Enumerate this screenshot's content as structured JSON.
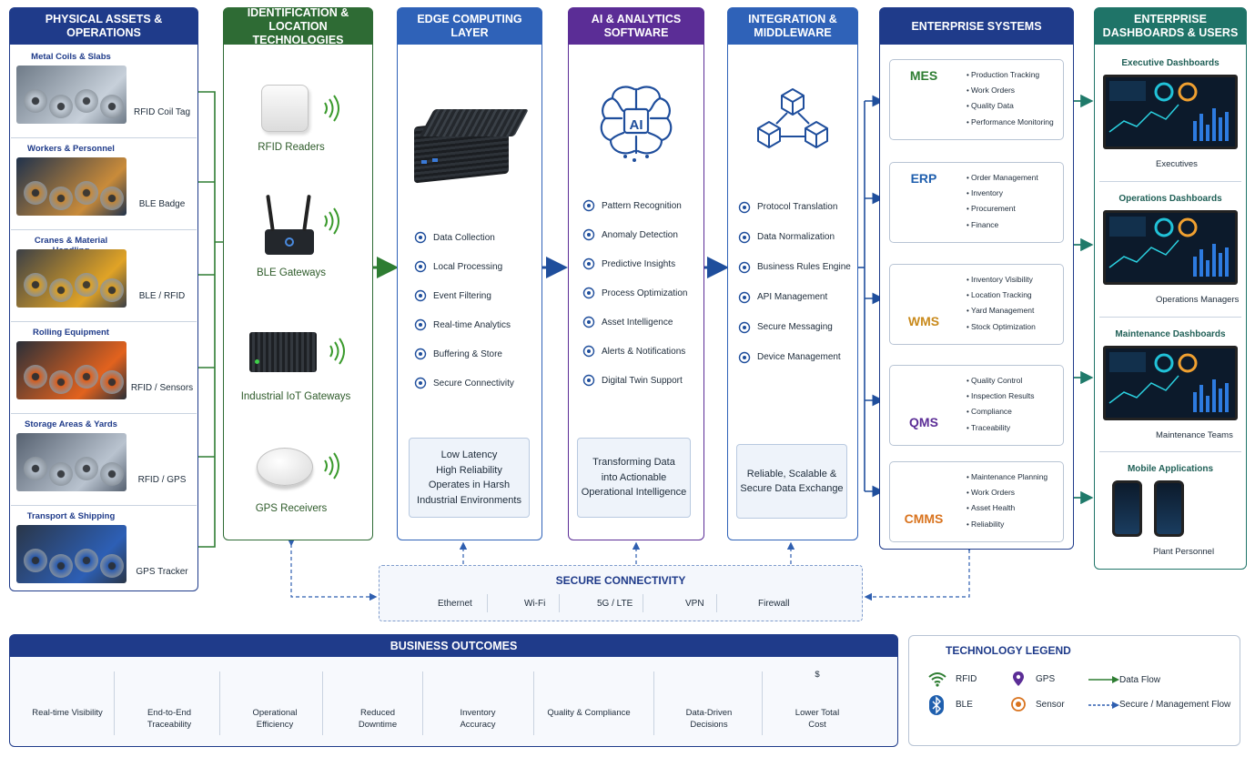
{
  "columns": {
    "physical": {
      "title": "PHYSICAL ASSETS & OPERATIONS",
      "color": "#1f3b8a"
    },
    "identification": {
      "title": "IDENTIFICATION & LOCATION TECHNOLOGIES",
      "color": "#2e6b34"
    },
    "edge": {
      "title": "EDGE COMPUTING LAYER",
      "color": "#2f62b8"
    },
    "ai": {
      "title": "AI & ANALYTICS SOFTWARE",
      "color": "#5b2d96"
    },
    "integration": {
      "title": "INTEGRATION & MIDDLEWARE",
      "color": "#2f62b8"
    },
    "enterprise": {
      "title": "ENTERPRISE SYSTEMS",
      "color": "#1f3b8a"
    },
    "dashboards": {
      "title": "ENTERPRISE DASHBOARDS & USERS",
      "color": "#1f7468"
    }
  },
  "assets": [
    {
      "title": "Metal Coils & Slabs",
      "tech": "RFID Coil Tag",
      "icon": "rfid-tag-icon"
    },
    {
      "title": "Workers & Personnel",
      "tech": "BLE Badge",
      "icon": "bluetooth-icon"
    },
    {
      "title": "Cranes & Material Handling",
      "tech": "BLE / RFID",
      "icon": "location-pin-icon"
    },
    {
      "title": "Rolling Equipment",
      "tech": "RFID / Sensors",
      "icon": "sensor-gear-icon"
    },
    {
      "title": "Storage Areas & Yards",
      "tech": "RFID / GPS",
      "icon": "location-pin-icon"
    },
    {
      "title": "Transport & Shipping",
      "tech": "GPS Tracker",
      "icon": "gps-tracker-icon"
    }
  ],
  "identification": [
    "RFID Readers",
    "BLE Gateways",
    "Industrial IoT Gateways",
    "GPS Receivers"
  ],
  "edge": {
    "items": [
      "Data Collection",
      "Local Processing",
      "Event Filtering",
      "Real-time Analytics",
      "Buffering & Store",
      "Secure Connectivity"
    ],
    "box": [
      "Low Latency",
      "High Reliability",
      "Operates in Harsh",
      "Industrial Environments"
    ]
  },
  "ai": {
    "badge": "AI",
    "items": [
      "Pattern Recognition",
      "Anomaly Detection",
      "Predictive Insights",
      "Process Optimization",
      "Asset Intelligence",
      "Alerts & Notifications",
      "Digital Twin Support"
    ],
    "box": [
      "Transforming Data",
      "into Actionable",
      "Operational Intelligence"
    ]
  },
  "integration": {
    "items": [
      "Protocol Translation",
      "Data Normalization",
      "Business Rules Engine",
      "API Management",
      "Secure Messaging",
      "Device Management"
    ],
    "box": [
      "Reliable, Scalable &",
      "Secure Data Exchange"
    ]
  },
  "enterprise": [
    {
      "name": "MES",
      "color": "#2e7d32",
      "items": [
        "Production Tracking",
        "Work Orders",
        "Quality Data",
        "Performance Monitoring"
      ]
    },
    {
      "name": "ERP",
      "color": "#1f5fae",
      "items": [
        "Order Management",
        "Inventory",
        "Procurement",
        "Finance"
      ]
    },
    {
      "name": "WMS",
      "color": "#c98a1c",
      "items": [
        "Inventory Visibility",
        "Location Tracking",
        "Yard Management",
        "Stock Optimization"
      ]
    },
    {
      "name": "QMS",
      "color": "#5b2d96",
      "items": [
        "Quality Control",
        "Inspection Results",
        "Compliance",
        "Traceability"
      ]
    },
    {
      "name": "CMMS",
      "color": "#d9731e",
      "items": [
        "Maintenance Planning",
        "Work Orders",
        "Asset Health",
        "Reliability"
      ]
    }
  ],
  "dashboards": [
    {
      "title": "Executive Dashboards",
      "user": "Executives"
    },
    {
      "title": "Operations Dashboards",
      "user": "Operations Managers"
    },
    {
      "title": "Maintenance Dashboards",
      "user": "Maintenance Teams"
    },
    {
      "title": "Mobile Applications",
      "user": "Plant Personnel"
    }
  ],
  "connectivity": {
    "title": "SECURE CONNECTIVITY",
    "items": [
      "Ethernet",
      "Wi-Fi",
      "5G / LTE",
      "VPN",
      "Firewall"
    ]
  },
  "outcomes": {
    "title": "BUSINESS OUTCOMES",
    "items": [
      [
        "Real-time Visibility",
        ""
      ],
      [
        "End-to-End",
        "Traceability"
      ],
      [
        "Operational",
        "Efficiency"
      ],
      [
        "Reduced",
        "Downtime"
      ],
      [
        "Inventory",
        "Accuracy"
      ],
      [
        "Quality & Compliance",
        ""
      ],
      [
        "Data-Driven",
        "Decisions"
      ],
      [
        "Lower Total",
        "Cost"
      ]
    ]
  },
  "legend": {
    "title": "TECHNOLOGY LEGEND",
    "rfid": "RFID",
    "gps": "GPS",
    "ble": "BLE",
    "sensor": "Sensor",
    "data_flow": "Data Flow",
    "secure_flow": "Secure / Management Flow"
  }
}
